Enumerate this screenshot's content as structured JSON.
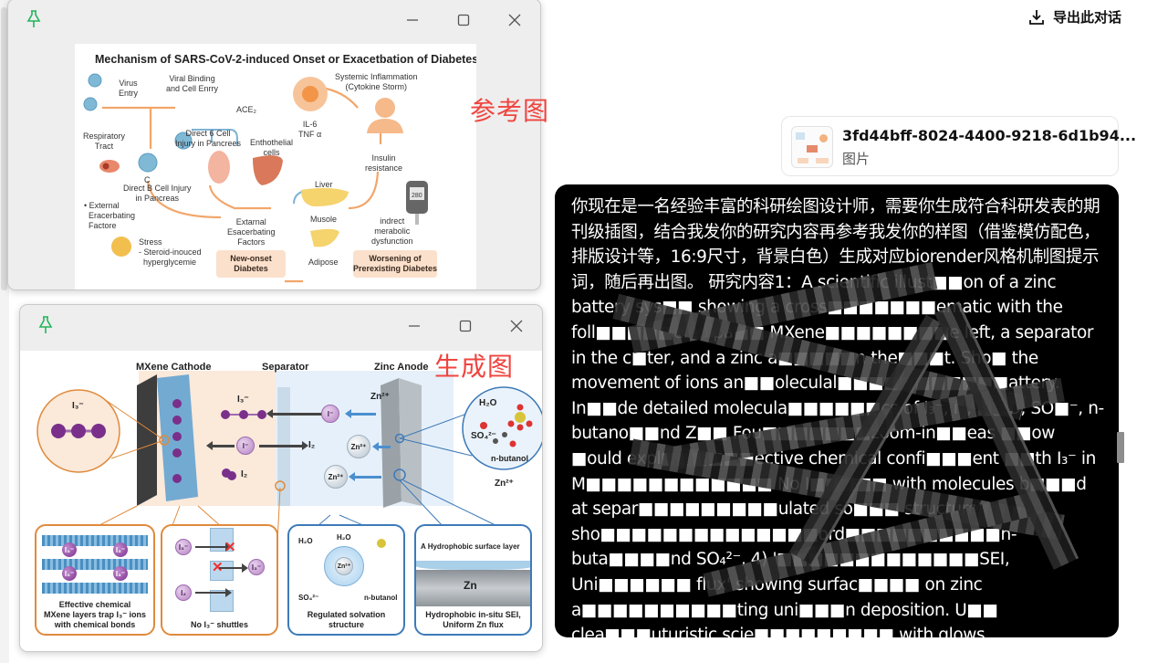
{
  "header": {
    "export_label": "导出此对话",
    "export_icon": "download-icon"
  },
  "attachment": {
    "file_name": "3fd44bff-8024-4400-9218-6d1b94...",
    "file_type": "图片",
    "thumbnail": "image-thumbnail"
  },
  "message": {
    "text_intro": "你现在是一名经验丰富的科研绘图设计师，需要你生成符合科研发表的期刊级插图，结合我发你的研究内容再参考我发你的样图（借鉴模仿配色，排版设计等，16:9尺寸，背景白色）生成对应biorender风格机制图提示词，随后再出图。 研究内容1：",
    "text_english": "A scientific illust■■on of a zinc battery sys■■ showing a cross■■■■■■■ematic with the foll■■■■■eled pa■■ MXene■■■■■■■■e left, a separator in the c■ter, and a zinc a■■■■■n the■■■t. Sho■ the movement of ions an■■oleculal■■■■■■■■■■■attery. In■■de detailed molecula■■■■■■cs of I₃⁻, I⁻, ■■O, SO■⁻, n-butano■■nd Z■■ Fou■■■■■■■zoom-in■■eas ■■ow ■ould expl■■■■■■ective chemical confi■■■ent ■■th I₃⁻ in M■■■■■■■■■■■■ No I■■■■■ with molecules b■■■d at separ■■■■■■■■■ulated so■■■ structure' sho■■■■■■■■■■■■■■ord■■■■■■■■■■n-buta■■■■nd SO₄²⁻, 4) '■■■■■■■■■■■■■SEI, Uni■■■■■■ flux' showing surfac■■■■ on zinc a■■■■■■■■■■ting uni■■■n deposition. U■■ clea■■■uturistic scie■■■■■■■■■ with glows an■■ransparent eff■■■s for clarity",
    "redacted": true
  },
  "windows": {
    "reference": {
      "annotation": "参考图",
      "pin_icon": "pin-icon",
      "controls": [
        "minimize",
        "maximize",
        "close"
      ],
      "diagram": {
        "title": "Mechanism of SARS-CoV-2-induced Onset or Exacetbation of Diabetes",
        "labels": {
          "virus_entry": "Virus\nEntry",
          "viral_binding": "Viral Binding\nand Cell Enrry",
          "ace2": "ACE₂",
          "systemic_inflammation": "Systemic Inflammation\n(Cytokine Storm)",
          "il6": "IL-6\nTNF α",
          "respiratory_tract": "Respiratory\nTract",
          "direct6": "Direct 6 Cell\nInjury in Pancrees",
          "enthothelial": "Enthothelial\ncells",
          "insulin": "Insulin\nresistance",
          "c": "C",
          "directB": "Direct B Cell Injury\nin Pancreas",
          "liver": "Liver",
          "external_factor": "• External\n  Eracerbating\n  Factore",
          "extarnal": "Extarnal\nEsacerbating\nFactors",
          "muscle": "Musole",
          "indirect": "indrect\nmerabolic\ndysfunction",
          "stress": "Stress\n- Steroid-inouced\n  hyperglycemie",
          "adipose": "Adipose",
          "glucometer_value": "280"
        },
        "boxes": {
          "new_onset": "New-onset\nDiabetes",
          "worsening": "Worsening of\nPrerexisting Diabetes"
        }
      }
    },
    "generated": {
      "annotation": "生成图",
      "pin_icon": "pin-icon",
      "controls": [
        "minimize",
        "maximize",
        "close"
      ],
      "diagram": {
        "headers": {
          "cathode": "MXene Cathode",
          "separator": "Separator",
          "anode": "Zinc Anode"
        },
        "species": {
          "i3": "I₃⁻",
          "i_minus": "I⁻",
          "i2": "I₂",
          "zn2": "Zn²⁺",
          "h2o": "H₂O",
          "so4": "SO₄²⁻",
          "nbutanol": "n-butanol",
          "i_atom": "I"
        },
        "panels": [
          {
            "caption": "Effective chemical\nMXene layers trap I₃⁻ ions\nwith chemical bonds",
            "color": "#e08a3c"
          },
          {
            "caption": "No I₃⁻ shuttles",
            "color": "#e08a3c"
          },
          {
            "caption": "Regulated solvation\nstructure",
            "color": "#3d7ab8"
          },
          {
            "caption": "Hydrophobic in-situ SEI,\nUniform Zn flux",
            "top_label": "A Hydrophobic surface layer",
            "metal": "Zn",
            "color": "#3d7ab8"
          }
        ]
      }
    }
  },
  "colors": {
    "annotation_red": "#f0443f",
    "pin_green": "#22b55a",
    "bubble_bg": "#000000",
    "orange": "#e08a3c",
    "blue": "#3d7ab8",
    "purple": "#7a2f8a"
  }
}
